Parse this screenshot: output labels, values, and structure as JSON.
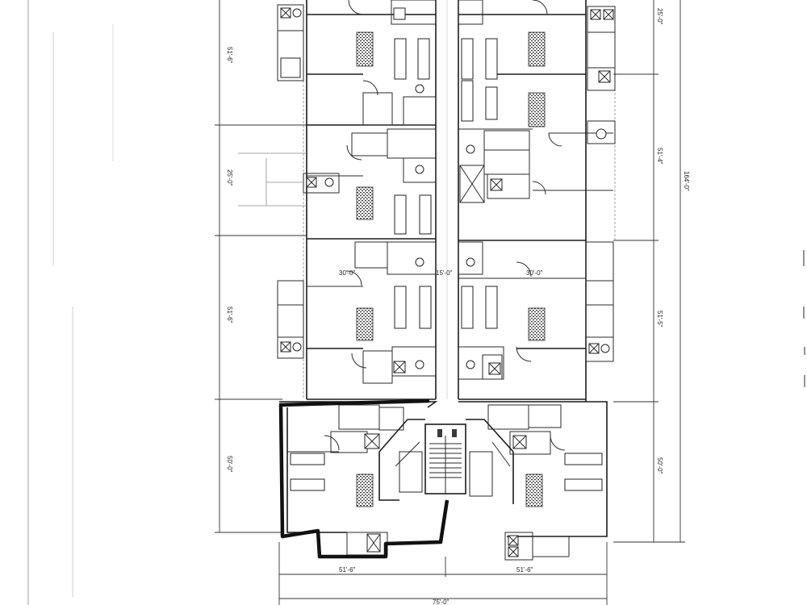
{
  "dimensions": {
    "left": [
      "51'-6\"",
      "25'-0\"",
      "51'-6\"",
      "50'-0\""
    ],
    "right": [
      "25'-0\"",
      "51'-4\"",
      "51'-5\"",
      "50'-0\""
    ],
    "overall_right": "164'-0\"",
    "bottom": [
      "51'-6\"",
      "51'-6\""
    ],
    "overall_bottom": "75'-0\"",
    "unit_widths": [
      "30'-0\"",
      "15'-0\"",
      "30'-0\""
    ]
  }
}
